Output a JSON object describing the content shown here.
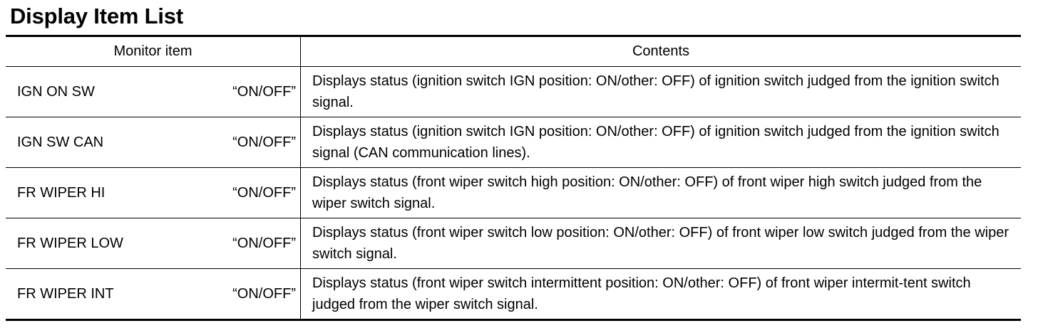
{
  "title": "Display Item List",
  "table": {
    "headers": {
      "monitor_item": "Monitor item",
      "contents": "Contents"
    },
    "rows": [
      {
        "item": "IGN ON SW",
        "value": "“ON/OFF”",
        "contents": "Displays status (ignition switch IGN position: ON/other: OFF) of ignition switch judged from the ignition switch signal."
      },
      {
        "item": "IGN SW CAN",
        "value": "“ON/OFF”",
        "contents": "Displays status (ignition switch IGN position: ON/other: OFF) of ignition switch judged from the ignition switch signal (CAN communication lines)."
      },
      {
        "item": "FR WIPER HI",
        "value": "“ON/OFF”",
        "contents": "Displays status (front wiper switch high position: ON/other: OFF) of front wiper high switch judged from the wiper switch signal."
      },
      {
        "item": "FR WIPER LOW",
        "value": "“ON/OFF”",
        "contents": "Displays status (front wiper switch low position: ON/other: OFF) of front wiper low switch judged from the wiper switch signal."
      },
      {
        "item": "FR WIPER INT",
        "value": "“ON/OFF”",
        "contents": "Displays status (front wiper switch intermittent position: ON/other: OFF) of front wiper intermit-tent switch judged from the wiper switch signal."
      }
    ]
  }
}
